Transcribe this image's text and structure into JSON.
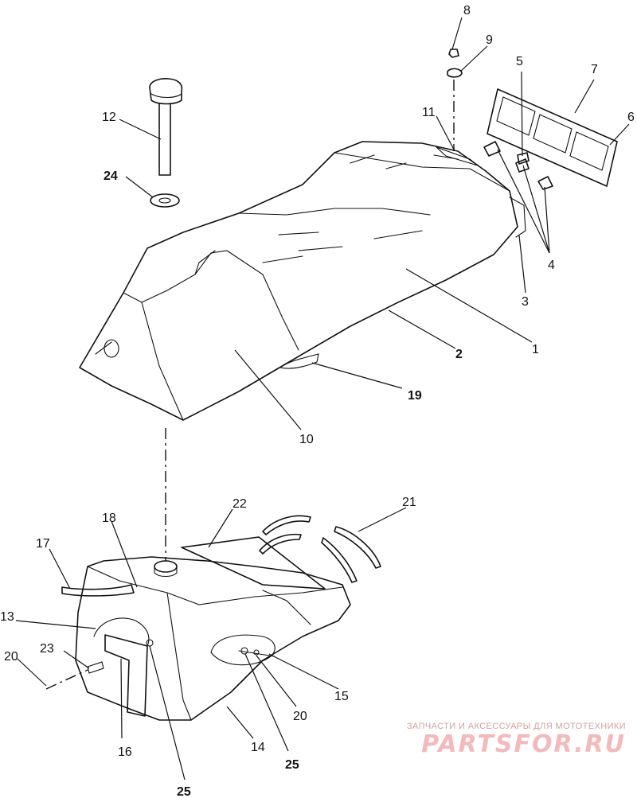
{
  "diagram": {
    "callouts": {
      "c1": "1",
      "c2": "2",
      "c3": "3",
      "c4": "4",
      "c5": "5",
      "c6": "6",
      "c7": "7",
      "c8": "8",
      "c9": "9",
      "c10": "10",
      "c11": "11",
      "c12": "12",
      "c13": "13",
      "c14": "14",
      "c15": "15",
      "c16": "16",
      "c17": "17",
      "c18": "18",
      "c19": "19",
      "c20a": "20",
      "c20b": "20",
      "c21": "21",
      "c22": "22",
      "c23": "23",
      "c24": "24",
      "c25a": "25",
      "c25b": "25"
    }
  },
  "watermark": {
    "caption": "ЗАПЧАСТИ И АКСЕССУАРЫ ДЛЯ МОТОТЕХНИКИ",
    "logo": "PARTSFOR.RU",
    "color": "#f3b9bb"
  }
}
